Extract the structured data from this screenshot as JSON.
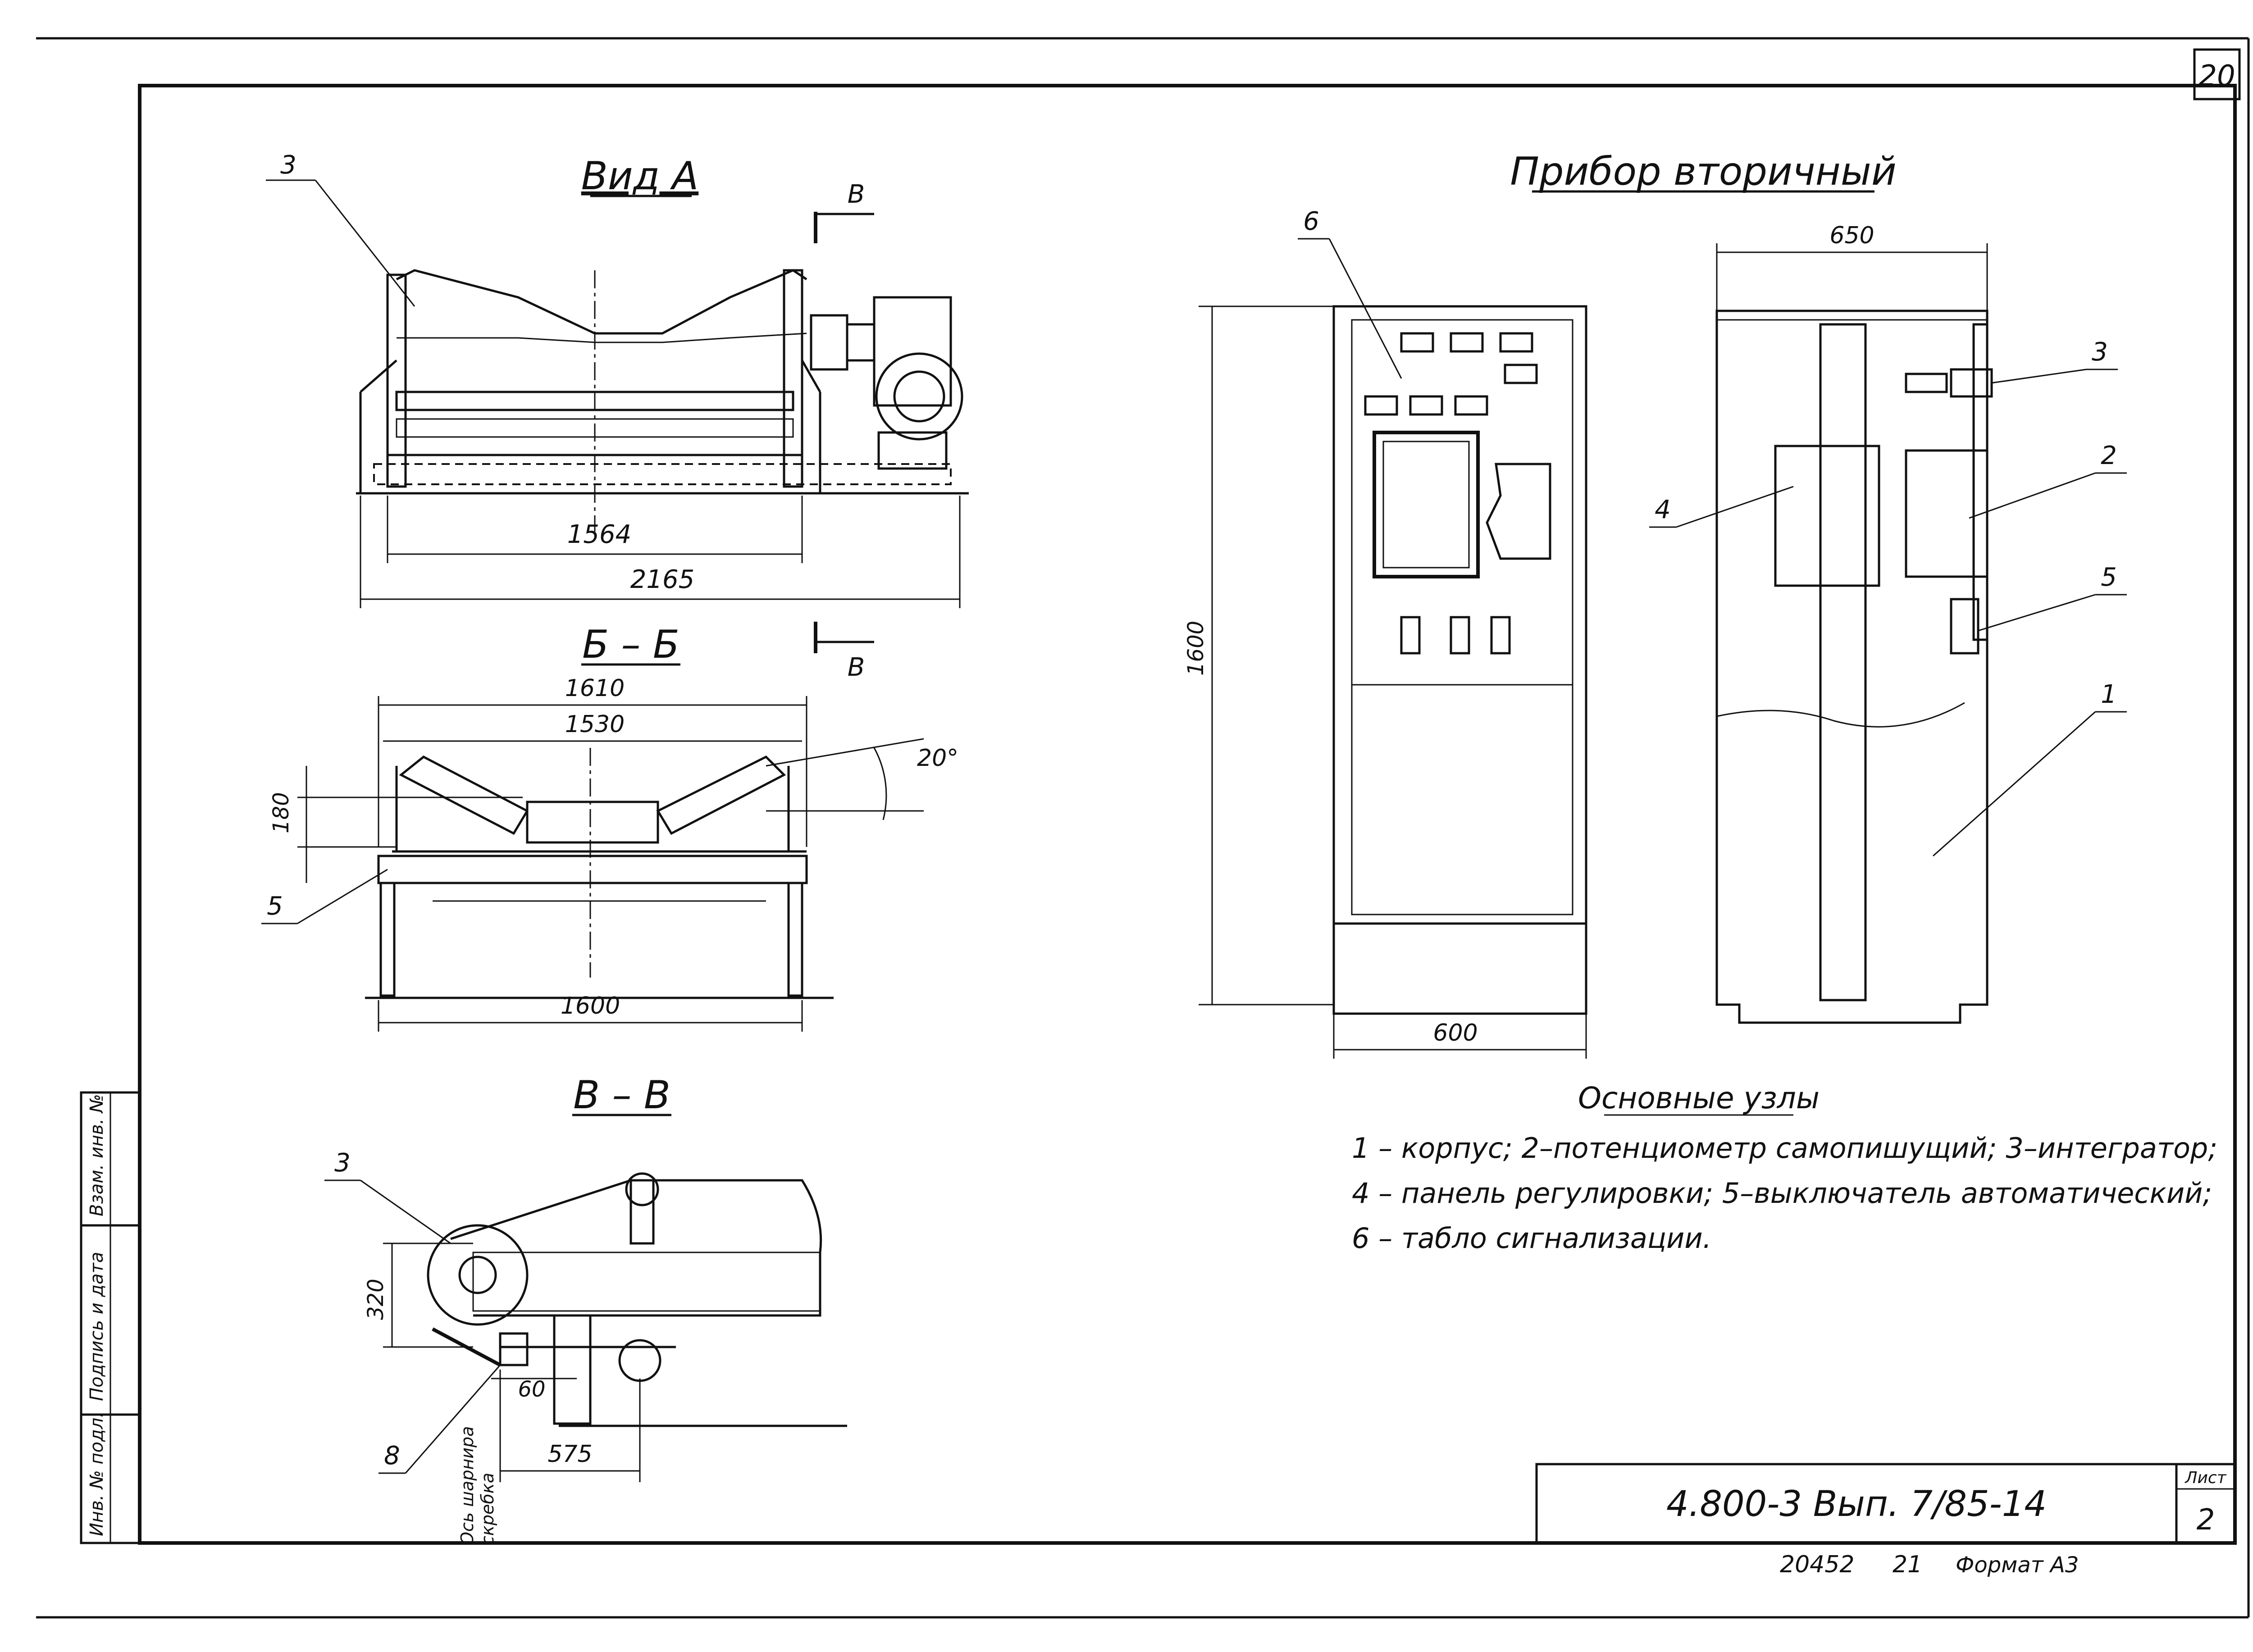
{
  "sheet": {
    "page_number": "20",
    "doc_code": "4.800-3 Вып. 7/85-14",
    "list_label": "Лист",
    "list_number": "2",
    "footer_number": "20452",
    "footer_number2": "21",
    "format_label": "Формат А3",
    "side_labels": [
      "Инв. № подл.",
      "Подпись и дата",
      "Взам. инв. №"
    ]
  },
  "view_a": {
    "title": "Вид А",
    "callout": "3",
    "dim_inner": "1564",
    "dim_outer": "2165",
    "section_mark": "В"
  },
  "section_bb": {
    "title": "Б – Б",
    "dim_top": "1610",
    "dim_second": "1530",
    "dim_bottom": "1600",
    "dim_height": "180",
    "angle": "20°",
    "callout": "5"
  },
  "section_vv": {
    "title": "В – В",
    "callout_top": "3",
    "callout_bottom": "8",
    "dim_height": "320",
    "dim_small": "60",
    "dim_span": "575",
    "axis_label_1": "Ось шарнира",
    "axis_label_2": "скребка"
  },
  "device": {
    "title": "Прибор вторичный",
    "front_callout": "6",
    "dim_height": "1600",
    "dim_width_front": "600",
    "dim_width_side": "650",
    "side_callouts": [
      "3",
      "2",
      "5",
      "4",
      "1"
    ]
  },
  "legend": {
    "title": "Основные узлы",
    "lines": [
      "1 – корпус; 2–потенциометр самопишущий; 3–интегратор;",
      "4 – панель регулировки; 5–выключатель автоматический;",
      "6 – табло сигнализации."
    ]
  }
}
